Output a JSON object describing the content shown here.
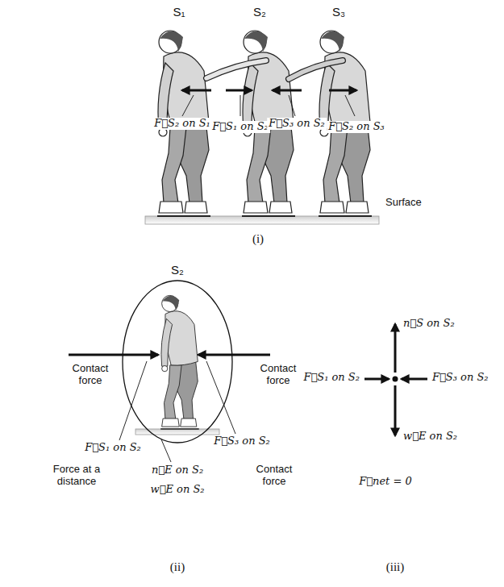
{
  "diagram": {
    "nodes": [
      {
        "text": [
          "S₂"
        ]
      }
    ],
    "labels": [
      "S₁",
      "S₂",
      "S₃",
      "F⃗S₂ on S₁",
      "F⃗S₁ on S₂",
      "F⃗S₃ on S₂",
      "F⃗S₂ on S₃",
      "Surface",
      "(i)",
      "Contact force",
      "Contact force",
      "F⃗S₁ on S₂",
      "F⃗S₃ on S₂",
      "Force at a distance",
      "n⃗E on S₂",
      "Contact force",
      "w⃗E on S₂",
      "(ii)",
      "n⃗S on S₂",
      "F⃗S₁ on S₂",
      "F⃗S₃ on S₂",
      "w⃗E on S₂",
      "F⃗net = 0",
      "(iii)"
    ]
  }
}
